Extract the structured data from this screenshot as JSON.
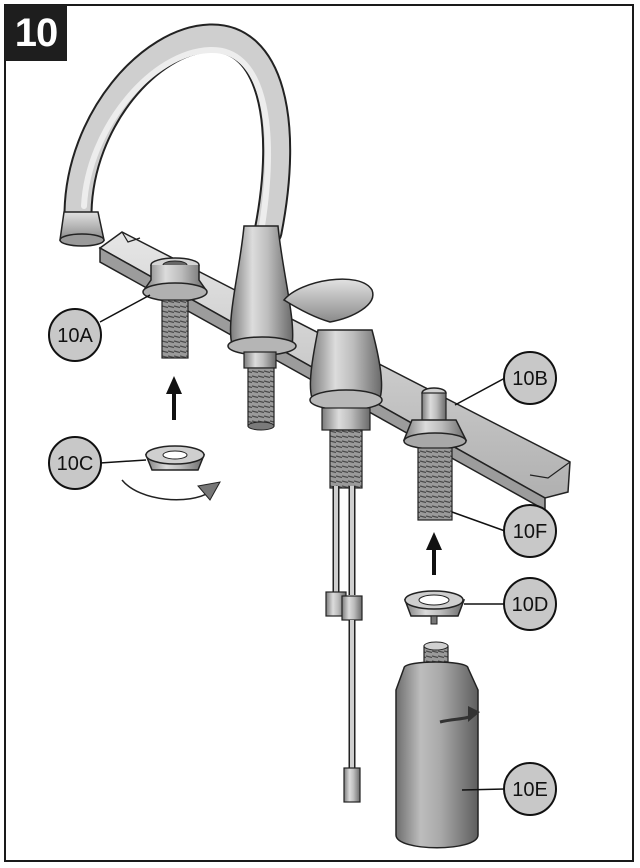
{
  "step": {
    "number": "10"
  },
  "callouts": {
    "a": "10A",
    "b": "10B",
    "c": "10C",
    "d": "10D",
    "e": "10E",
    "f": "10F"
  },
  "colors": {
    "metal": "#c9c9c9",
    "metal_dark": "#8e8e8e",
    "metal_shadow": "#6e6e6e",
    "callout_fill": "#c8c8c8",
    "badge": "#1e1e1e"
  }
}
